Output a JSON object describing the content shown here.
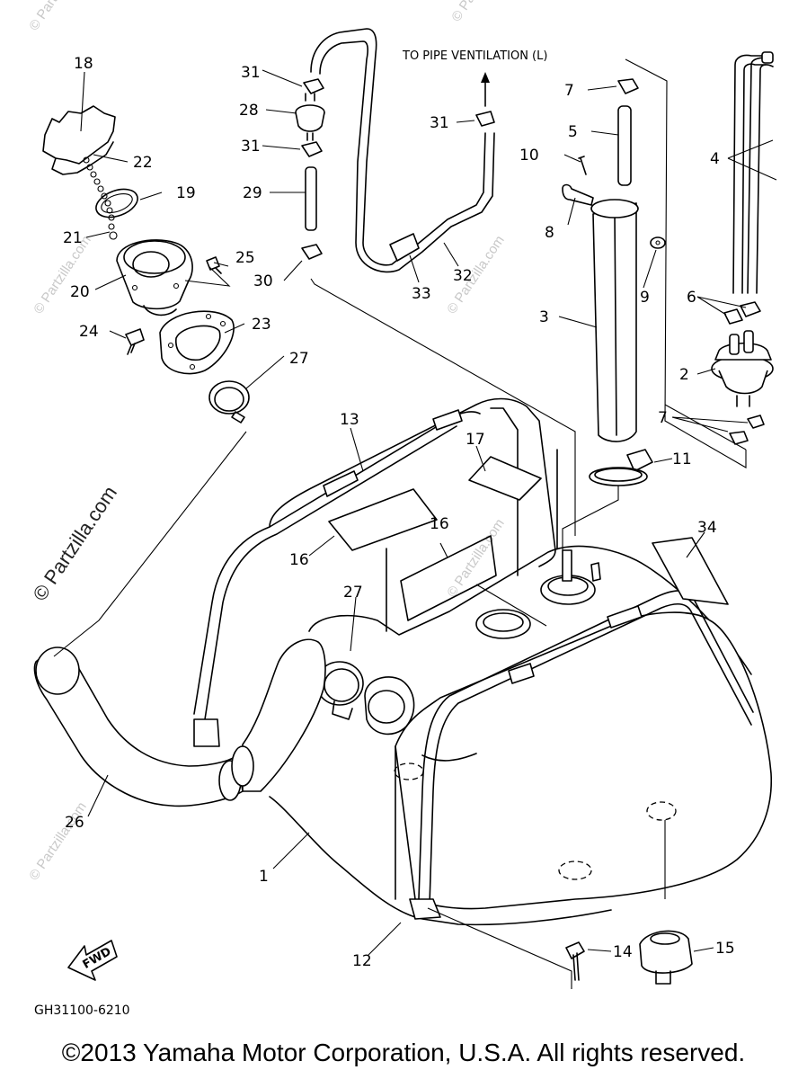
{
  "diagram": {
    "top_note": "TO PIPE VENTILATION (L)",
    "drawing_code": "GH31100-6210",
    "fwd_label": "FWD",
    "watermark_main": "© Partzilla.com",
    "watermark_small": "© Partzilla.com",
    "part_numbers": {
      "p1": "1",
      "p2": "2",
      "p3": "3",
      "p4": "4",
      "p5": "5",
      "p6": "6",
      "p7a": "7",
      "p7b": "7",
      "p8": "8",
      "p9": "9",
      "p10": "10",
      "p11": "11",
      "p12": "12",
      "p13": "13",
      "p14": "14",
      "p15": "15",
      "p16a": "16",
      "p16b": "16",
      "p17": "17",
      "p18": "18",
      "p19": "19",
      "p20": "20",
      "p21": "21",
      "p22": "22",
      "p23": "23",
      "p24": "24",
      "p25": "25",
      "p26": "26",
      "p27a": "27",
      "p27b": "27",
      "p28": "28",
      "p29": "29",
      "p30": "30",
      "p31a": "31",
      "p31b": "31",
      "p31c": "31",
      "p32": "32",
      "p33": "33",
      "p34": "34"
    }
  },
  "footer": {
    "copyright": "©2013  Yamaha Motor Corporation, U.S.A. All rights reserved."
  }
}
